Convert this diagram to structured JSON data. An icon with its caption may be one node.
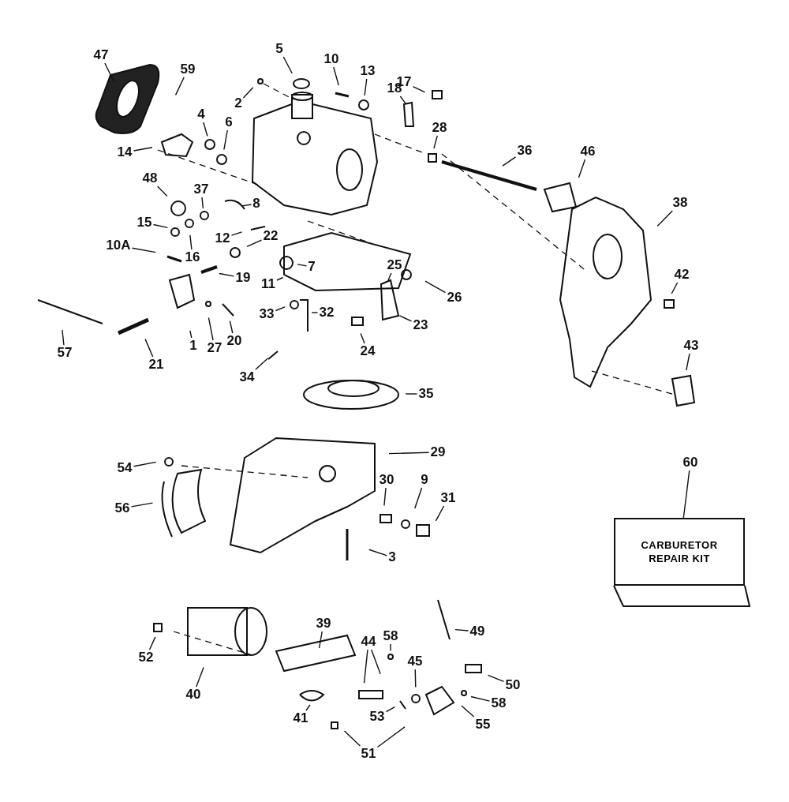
{
  "diagram": {
    "nodes": [
      {
        "text": [
          "47"
        ]
      },
      {
        "text": [
          "59"
        ]
      },
      {
        "text": [
          "5"
        ]
      },
      {
        "text": [
          "2"
        ]
      },
      {
        "text": [
          "10"
        ]
      },
      {
        "text": [
          "13"
        ]
      },
      {
        "text": [
          "17"
        ]
      },
      {
        "text": [
          "18"
        ]
      },
      {
        "text": [
          "4"
        ]
      },
      {
        "text": [
          "6"
        ]
      },
      {
        "text": [
          "28"
        ]
      },
      {
        "text": [
          "14"
        ]
      },
      {
        "text": [
          "36"
        ]
      },
      {
        "text": [
          "46"
        ]
      },
      {
        "text": [
          "38"
        ]
      },
      {
        "text": [
          "48"
        ]
      },
      {
        "text": [
          "37"
        ]
      },
      {
        "text": [
          "8"
        ]
      },
      {
        "text": [
          "12"
        ]
      },
      {
        "text": [
          "15"
        ]
      },
      {
        "text": [
          "16"
        ]
      },
      {
        "text": [
          "22"
        ]
      },
      {
        "text": [
          "10A"
        ]
      },
      {
        "text": [
          "7"
        ]
      },
      {
        "text": [
          "11"
        ]
      },
      {
        "text": [
          "19"
        ]
      },
      {
        "text": [
          "25"
        ]
      },
      {
        "text": [
          "26"
        ]
      },
      {
        "text": [
          "42"
        ]
      },
      {
        "text": [
          "23"
        ]
      },
      {
        "text": [
          "24"
        ]
      },
      {
        "text": [
          "33"
        ]
      },
      {
        "text": [
          "32"
        ]
      },
      {
        "text": [
          "1"
        ]
      },
      {
        "text": [
          "27"
        ]
      },
      {
        "text": [
          "20"
        ]
      },
      {
        "text": [
          "57"
        ]
      },
      {
        "text": [
          "21"
        ]
      },
      {
        "text": [
          "34"
        ]
      },
      {
        "text": [
          "35"
        ]
      },
      {
        "text": [
          "43"
        ]
      },
      {
        "text": [
          "29"
        ]
      },
      {
        "text": [
          "54"
        ]
      },
      {
        "text": [
          "56"
        ]
      },
      {
        "text": [
          "30"
        ]
      },
      {
        "text": [
          "9"
        ]
      },
      {
        "text": [
          "31"
        ]
      },
      {
        "text": [
          "3"
        ]
      },
      {
        "text": [
          "60"
        ]
      },
      {
        "text": [
          "CARBURETOR REPAIR KIT"
        ]
      },
      {
        "text": [
          "39"
        ]
      },
      {
        "text": [
          "49"
        ]
      },
      {
        "text": [
          "52"
        ]
      },
      {
        "text": [
          "58"
        ]
      },
      {
        "text": [
          "44"
        ]
      },
      {
        "text": [
          "45"
        ]
      },
      {
        "text": [
          "50"
        ]
      },
      {
        "text": [
          "40"
        ]
      },
      {
        "text": [
          "58"
        ]
      },
      {
        "text": [
          "53"
        ]
      },
      {
        "text": [
          "55"
        ]
      },
      {
        "text": [
          "41"
        ]
      },
      {
        "text": [
          "51"
        ]
      }
    ],
    "edges": [
      {
        "from": 0,
        "to": null,
        "arrow": "none"
      },
      {
        "from": 1,
        "to": null,
        "arrow": "none"
      },
      {
        "from": 2,
        "to": null,
        "arrow": "none"
      },
      {
        "from": 3,
        "to": null,
        "arrow": "none"
      },
      {
        "from": 4,
        "to": null,
        "arrow": "none"
      },
      {
        "from": 5,
        "to": null,
        "arrow": "none"
      },
      {
        "from": 6,
        "to": null,
        "arrow": "none"
      },
      {
        "from": 7,
        "to": null,
        "arrow": "none"
      },
      {
        "from": 8,
        "to": null,
        "arrow": "none"
      },
      {
        "from": 9,
        "to": null,
        "arrow": "none"
      },
      {
        "from": 10,
        "to": null,
        "arrow": "none"
      },
      {
        "from": 11,
        "to": null,
        "arrow": "none"
      },
      {
        "from": 12,
        "to": null,
        "arrow": "none"
      },
      {
        "from": 13,
        "to": null,
        "arrow": "none"
      },
      {
        "from": 14,
        "to": null,
        "arrow": "none"
      },
      {
        "from": 15,
        "to": null,
        "arrow": "none"
      },
      {
        "from": 16,
        "to": null,
        "arrow": "none"
      },
      {
        "from": 17,
        "to": null,
        "arrow": "none"
      },
      {
        "from": 18,
        "to": null,
        "arrow": "none"
      },
      {
        "from": 19,
        "to": null,
        "arrow": "none"
      },
      {
        "from": 20,
        "to": null,
        "arrow": "none"
      },
      {
        "from": 21,
        "to": null,
        "arrow": "none"
      },
      {
        "from": 22,
        "to": null,
        "arrow": "none"
      },
      {
        "from": 23,
        "to": null,
        "arrow": "none"
      },
      {
        "from": 24,
        "to": null,
        "arrow": "none"
      },
      {
        "from": 25,
        "to": null,
        "arrow": "none"
      },
      {
        "from": 26,
        "to": null,
        "arrow": "none"
      },
      {
        "from": 27,
        "to": null,
        "arrow": "none"
      },
      {
        "from": 28,
        "to": null,
        "arrow": "none"
      },
      {
        "from": 29,
        "to": null,
        "arrow": "none"
      },
      {
        "from": 30,
        "to": null,
        "arrow": "none"
      },
      {
        "from": 31,
        "to": null,
        "arrow": "none"
      },
      {
        "from": 32,
        "to": null,
        "arrow": "none"
      },
      {
        "from": 33,
        "to": null,
        "arrow": "none"
      },
      {
        "from": 34,
        "to": null,
        "arrow": "none"
      },
      {
        "from": 35,
        "to": null,
        "arrow": "none"
      },
      {
        "from": 36,
        "to": null,
        "arrow": "none"
      },
      {
        "from": 37,
        "to": null,
        "arrow": "none"
      },
      {
        "from": 38,
        "to": null,
        "arrow": "none"
      },
      {
        "from": 39,
        "to": null,
        "arrow": "none"
      },
      {
        "from": 40,
        "to": null,
        "arrow": "none"
      },
      {
        "from": 41,
        "to": null,
        "arrow": "none"
      },
      {
        "from": 42,
        "to": null,
        "arrow": "none"
      },
      {
        "from": 43,
        "to": null,
        "arrow": "none"
      },
      {
        "from": 44,
        "to": null,
        "arrow": "none"
      },
      {
        "from": 45,
        "to": null,
        "arrow": "none"
      },
      {
        "from": 46,
        "to": null,
        "arrow": "none"
      },
      {
        "from": 47,
        "to": null,
        "arrow": "none"
      },
      {
        "from": 48,
        "to": 49,
        "arrow": "none"
      },
      {
        "from": 50,
        "to": null,
        "arrow": "none"
      },
      {
        "from": 51,
        "to": null,
        "arrow": "none"
      },
      {
        "from": 52,
        "to": null,
        "arrow": "none"
      },
      {
        "from": 53,
        "to": null,
        "arrow": "none"
      },
      {
        "from": 54,
        "to": null,
        "arrow": "none"
      },
      {
        "from": 54,
        "to": null,
        "arrow": "none"
      },
      {
        "from": 55,
        "to": null,
        "arrow": "none"
      },
      {
        "from": 56,
        "to": null,
        "arrow": "none"
      },
      {
        "from": 57,
        "to": null,
        "arrow": "none"
      },
      {
        "from": 58,
        "to": null,
        "arrow": "none"
      },
      {
        "from": 59,
        "to": null,
        "arrow": "none"
      },
      {
        "from": 60,
        "to": null,
        "arrow": "none"
      },
      {
        "from": 61,
        "to": null,
        "arrow": "none"
      },
      {
        "from": 62,
        "to": null,
        "arrow": "none"
      },
      {
        "from": 62,
        "to": null,
        "arrow": "none"
      }
    ]
  }
}
